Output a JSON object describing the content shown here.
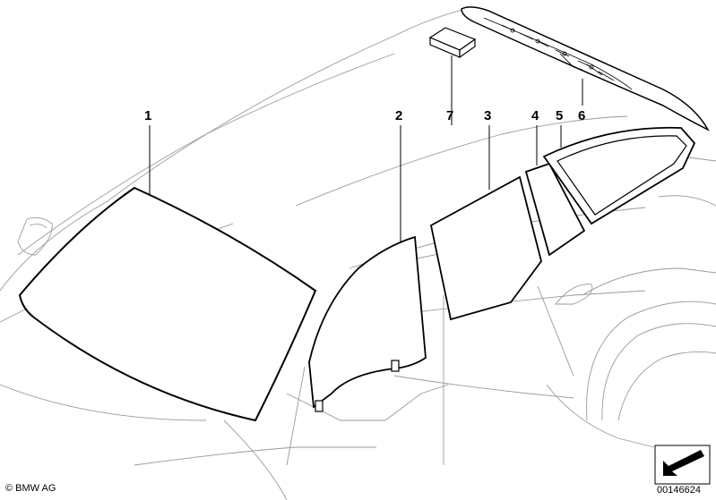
{
  "callouts": [
    {
      "id": "1",
      "label": "1"
    },
    {
      "id": "2",
      "label": "2"
    },
    {
      "id": "7",
      "label": "7"
    },
    {
      "id": "3",
      "label": "3"
    },
    {
      "id": "4",
      "label": "4"
    },
    {
      "id": "5",
      "label": "5"
    },
    {
      "id": "6",
      "label": "6"
    }
  ],
  "footer": {
    "copyright": "© BMW AG",
    "doc_number": "00146624"
  },
  "colors": {
    "outline": "#000000",
    "body_line": "#9a9a9a",
    "background": "#ffffff"
  }
}
